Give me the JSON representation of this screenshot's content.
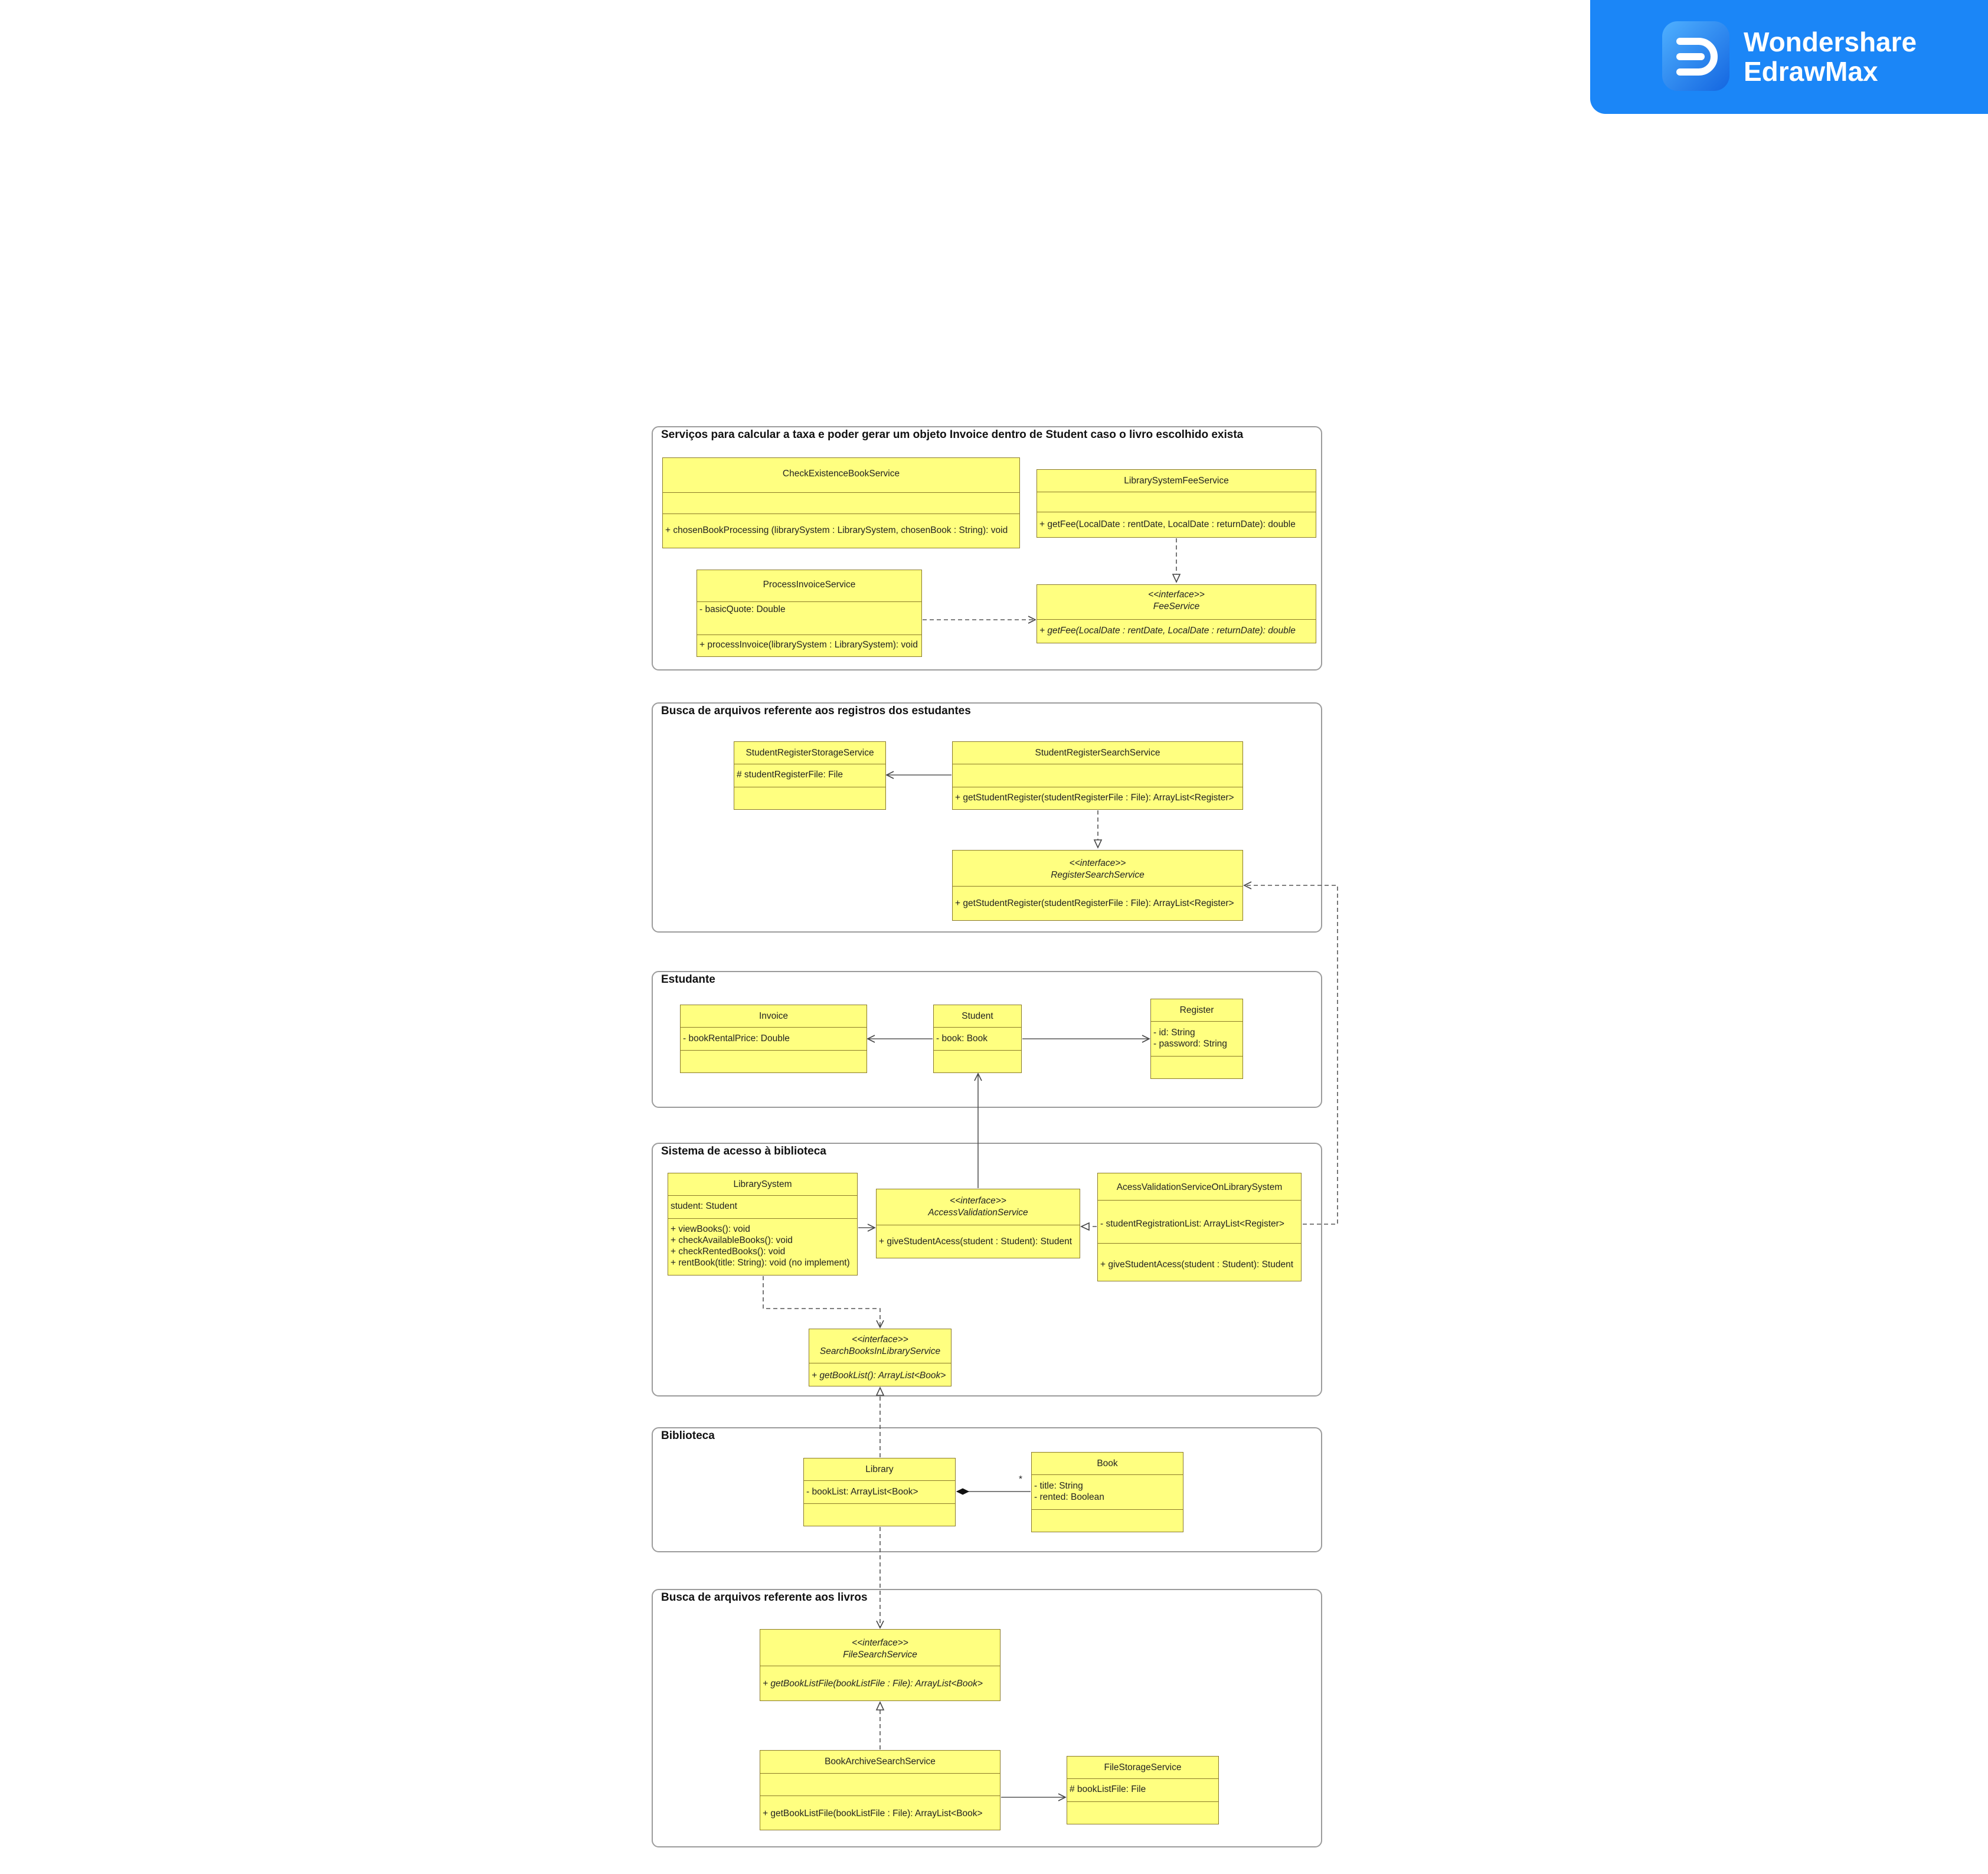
{
  "brand": {
    "name": "Wondershare",
    "product": "EdrawMax"
  },
  "packages": {
    "fee": "Serviços para calcular a taxa e poder gerar um objeto Invoice dentro de Student caso o livro escolhido exista",
    "student_records": "Busca de arquivos referente aos registros dos estudantes",
    "student": "Estudante",
    "access": "Sistema de acesso à biblioteca",
    "library": "Biblioteca",
    "book_files": "Busca de arquivos referente aos livros"
  },
  "stereotype": "<<interface>>",
  "classes": {
    "check_existence": {
      "name": "CheckExistenceBookService",
      "op": "+ chosenBookProcessing (librarySystem : LibrarySystem, chosenBook : String): void"
    },
    "library_fee": {
      "name": "LibrarySystemFeeService",
      "op": "+ getFee(LocalDate : rentDate, LocalDate : returnDate): double"
    },
    "process_invoice": {
      "name": "ProcessInvoiceService",
      "attr": "- basicQuote: Double",
      "op": "+ processInvoice(librarySystem : LibrarySystem): void"
    },
    "fee_service": {
      "name": "FeeService",
      "op": "+ getFee(LocalDate : rentDate, LocalDate : returnDate): double"
    },
    "register_storage": {
      "name": "StudentRegisterStorageService",
      "attr": "# studentRegisterFile: File"
    },
    "register_search": {
      "name": "StudentRegisterSearchService",
      "op": "+ getStudentRegister(studentRegisterFile : File): ArrayList<Register>"
    },
    "register_search_iface": {
      "name": "RegisterSearchService",
      "op": "+ getStudentRegister(studentRegisterFile : File): ArrayList<Register>"
    },
    "invoice": {
      "name": "Invoice",
      "attr": "- bookRentalPrice: Double"
    },
    "student": {
      "name": "Student",
      "attr": "- book: Book"
    },
    "register": {
      "name": "Register",
      "attr1": "- id: String",
      "attr2": "- password: String"
    },
    "library_system": {
      "name": "LibrarySystem",
      "attr": "student: Student",
      "op1": "+ viewBooks(): void",
      "op2": "+ checkAvailableBooks(): void",
      "op3": "+ checkRentedBooks(): void",
      "op4": "+ rentBook(title: String): void (no implement)"
    },
    "access_validation": {
      "name": "AccessValidationService",
      "op": "+ giveStudentAcess(student : Student): Student"
    },
    "access_validation_impl": {
      "name": "AcessValidationServiceOnLibrarySystem",
      "attr": "- studentRegistrationList: ArrayList<Register>",
      "op": "+ giveStudentAcess(student : Student): Student"
    },
    "search_books": {
      "name": "SearchBooksInLibraryService",
      "op": "+ getBookList(): ArrayList<Book>"
    },
    "library": {
      "name": "Library",
      "attr": "- bookList: ArrayList<Book>"
    },
    "book": {
      "name": "Book",
      "attr1": "- title: String",
      "attr2": "- rented: Boolean"
    },
    "file_search": {
      "name": "FileSearchService",
      "op": "+ getBookListFile(bookListFile : File): ArrayList<Book>"
    },
    "book_archive": {
      "name": "BookArchiveSearchService",
      "op": "+ getBookListFile(bookListFile : File): ArrayList<Book>"
    },
    "file_storage": {
      "name": "FileStorageService",
      "attr": "# bookListFile: File"
    }
  },
  "multiplicity": "*"
}
